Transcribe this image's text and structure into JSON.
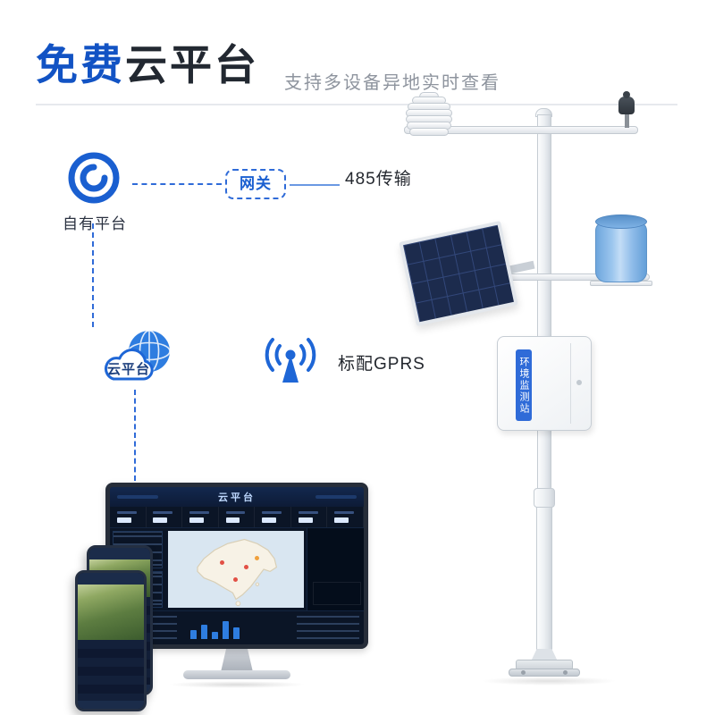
{
  "header": {
    "title_highlight": "免费",
    "title_rest": "云平台",
    "subtitle": "支持多设备异地实时查看"
  },
  "flow": {
    "own_platform_label": "自有平台",
    "gateway_label": "网关",
    "rs485_label": "485传输",
    "cloud_label": "云平台",
    "gprs_label": "标配GPRS"
  },
  "monitor": {
    "dashboard_title": "云平台"
  },
  "station": {
    "cabinet_label": "环境监测站"
  },
  "colors": {
    "accent_blue": "#1a5fd0",
    "title_blue": "#1253c4",
    "dark_text": "#23272e",
    "muted_text": "#8e949e",
    "dashboard_navy": "#0b1526",
    "solar_navy": "#1c2b4d",
    "gauge_blue": "#7fb0e0"
  }
}
